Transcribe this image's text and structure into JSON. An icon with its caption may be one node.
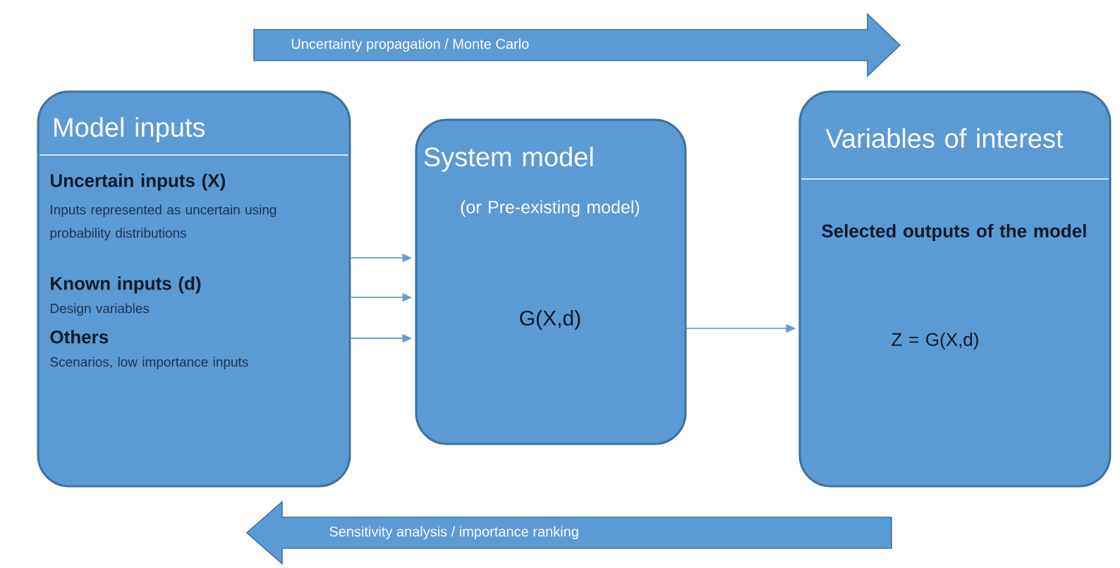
{
  "diagram": {
    "nodes": [
      {
        "text": [
          "Model inputs",
          "Uncertain inputs (X)",
          "Inputs represented as uncertain using probability distributions",
          "Known inputs (d)",
          "Design variables",
          "Others",
          "Scenarios, low importance inputs"
        ]
      },
      {
        "text": [
          "System model",
          "(or Pre-existing model)",
          "G(X,d)"
        ]
      },
      {
        "text": [
          "Variables of interest",
          "Selected outputs of the model",
          "Z = G(X,d)"
        ]
      },
      {
        "text": [
          "Uncertainty propagation / Monte Carlo"
        ]
      },
      {
        "text": [
          "Sensitivity analysis / importance ranking"
        ]
      }
    ],
    "edges": [
      {
        "from": 0,
        "to": 1,
        "arrow": "to"
      },
      {
        "from": 0,
        "to": 1,
        "arrow": "to"
      },
      {
        "from": 0,
        "to": 1,
        "arrow": "to"
      },
      {
        "from": 1,
        "to": 2,
        "arrow": "to"
      }
    ]
  }
}
